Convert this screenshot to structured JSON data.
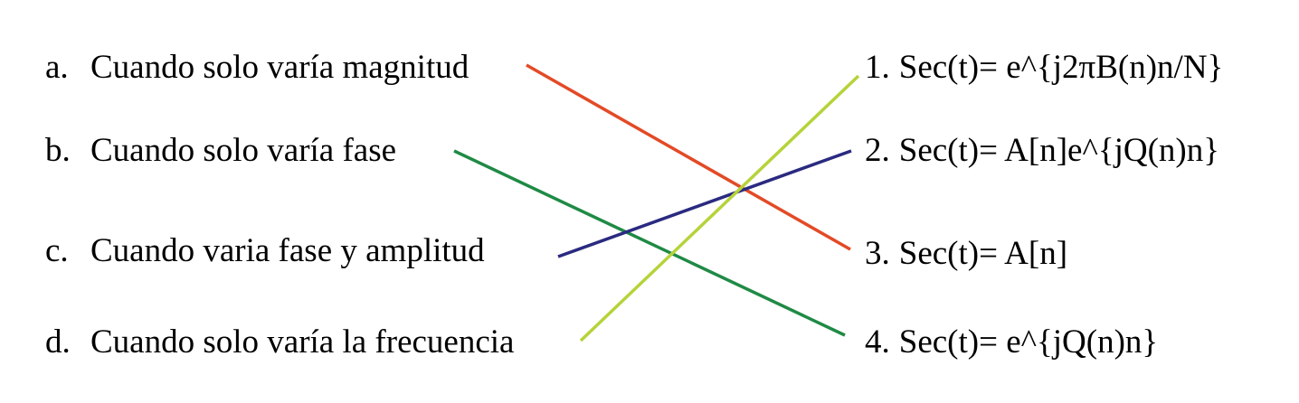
{
  "left_items": [
    {
      "marker": "a.",
      "text": "Cuando solo varía magnitud"
    },
    {
      "marker": "b.",
      "text": "Cuando solo varía fase"
    },
    {
      "marker": "c.",
      "text": "Cuando varia fase y amplitud"
    },
    {
      "marker": "d.",
      "text": "Cuando solo varía la frecuencia"
    }
  ],
  "right_items": [
    {
      "marker": "1.",
      "text": "Sec(t)= e^{j2πB(n)n/N}"
    },
    {
      "marker": "2.",
      "text": "Sec(t)= A[n]e^{jQ(n)n}"
    },
    {
      "marker": "3.",
      "text": "Sec(t)= A[n]"
    },
    {
      "marker": "4.",
      "text": "Sec(t)= e^{jQ(n)n}"
    }
  ],
  "connections": [
    {
      "from": "a",
      "to": "3",
      "color": "#e34a26"
    },
    {
      "from": "b",
      "to": "4",
      "color": "#1f8a45"
    },
    {
      "from": "c",
      "to": "2",
      "color": "#2a2a80"
    },
    {
      "from": "d",
      "to": "1",
      "color": "#b5d33a"
    }
  ]
}
